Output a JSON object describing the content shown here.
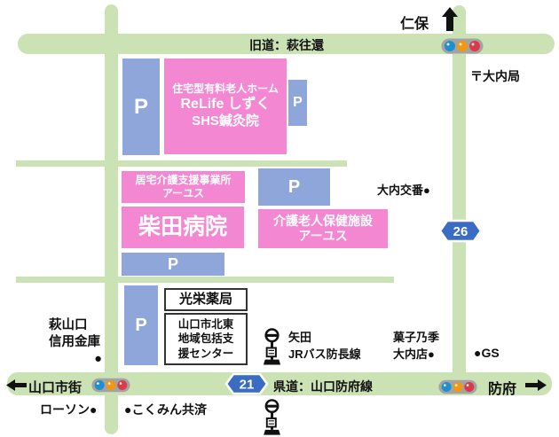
{
  "colors": {
    "road": "#cbe2b5",
    "building": "#f487d2",
    "parking": "#8ea6da",
    "badge": "#3a6cc4",
    "signal_body": "#a3a3a3",
    "signal_blue": "#1f8fd0",
    "signal_yellow": "#f0980f",
    "signal_red": "#d83b49"
  },
  "directions": {
    "north_label": "仁保",
    "west_label": "山口市街",
    "east_label": "防府"
  },
  "roads": {
    "old_road_label": "旧道：萩往還",
    "pref_road_label": "県道：山口防府線"
  },
  "route_badges": {
    "route26": "26",
    "route21": "21"
  },
  "parking_label": "P",
  "buildings": {
    "relife": {
      "line1": "住宅型有料老人ホーム",
      "line2": "ReLife しずく",
      "line3": "SHS鍼灸院"
    },
    "kyotaku_jigyosho": {
      "line1": "居宅介護支援事業所",
      "line2": "アーユス"
    },
    "shibata_hospital": {
      "name": "柴田病院"
    },
    "kaigo_shisetsu": {
      "line1": "介護老人保健施設",
      "line2": "アーユス"
    },
    "koei_pharmacy": {
      "name": "光栄薬局"
    },
    "shien_center": {
      "line1": "山口市北東",
      "line2": "地域包括支",
      "line3": "援センター"
    }
  },
  "landmarks": {
    "post_office": "〒大内局",
    "police_box": "大内交番●",
    "bank": {
      "line1": "萩山口",
      "line2": "信用金庫",
      "dot": "●"
    },
    "bus_stop": {
      "line1": "矢田",
      "line2": "JRバス防長線"
    },
    "confectionery": {
      "line1": "菓子乃季",
      "line2": "大内店●"
    },
    "gas_station": "●GS",
    "lawson": "ローソン●",
    "kokumin_kyosai": "●こくみん共済"
  }
}
